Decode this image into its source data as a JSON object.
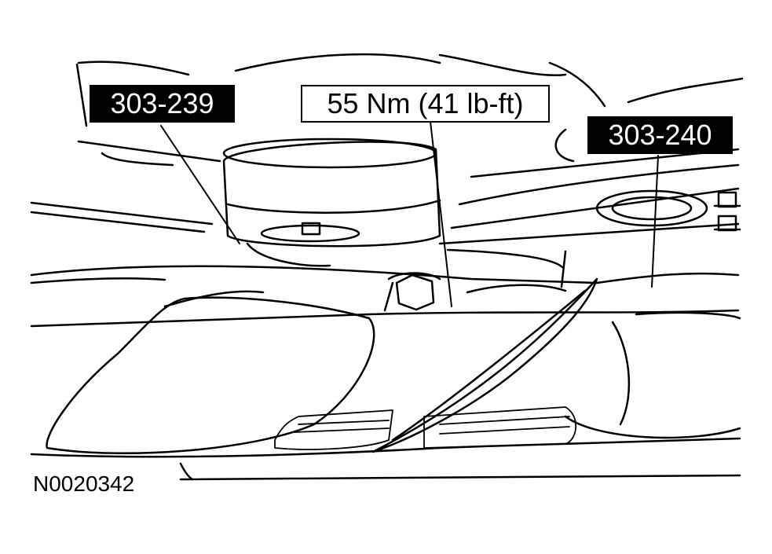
{
  "callouts": {
    "tool_left": "303-239",
    "torque": "55 Nm (41 lb-ft)",
    "tool_right": "303-240"
  },
  "figure_id": "N0020342",
  "colors": {
    "ink": "#000000",
    "paper": "#ffffff"
  }
}
